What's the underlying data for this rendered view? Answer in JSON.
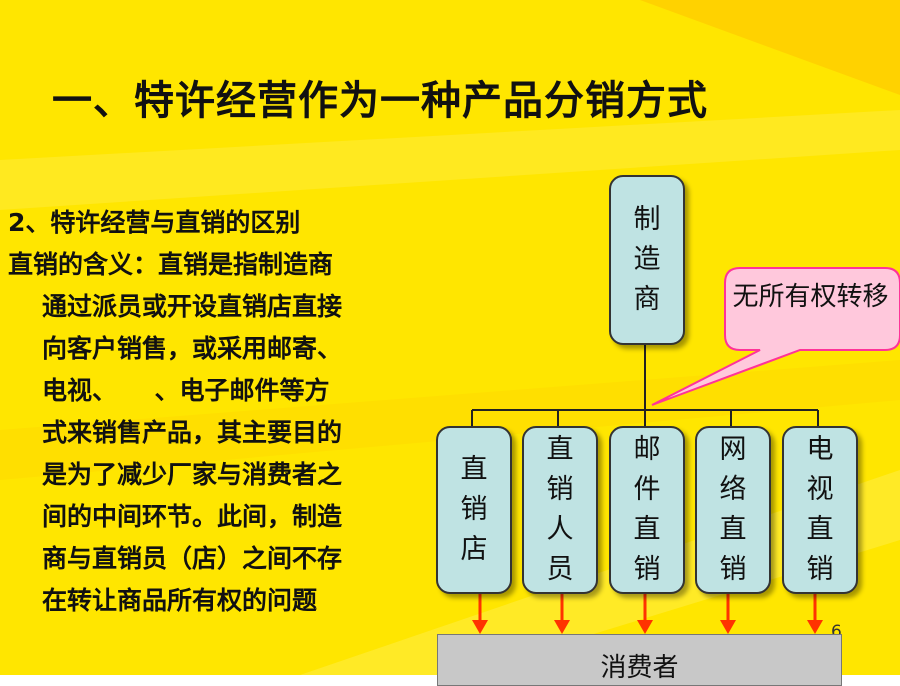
{
  "title": "一、特许经营作为一种产品分销方式",
  "body": {
    "heading": "2、特许经营与直销的区别",
    "lines": [
      "直销的含义：直销是指制造商",
      "通过派员或开设直销店直接",
      "向客户销售，或采用邮寄、",
      "电视、　　、电子邮件等方",
      "式来销售产品，其主要目的",
      "是为了减少厂家与消费者之",
      "间的中间环节。此间，制造",
      "商与直销员（店）之间不存",
      "在转让商品所有权的问题"
    ]
  },
  "diagram": {
    "top_node": "制造商",
    "callout": "无所有权转移",
    "channels": [
      "直销店",
      "直销人员",
      "邮件直销",
      "网络直销",
      "电视直销"
    ],
    "consumer": "消费者"
  },
  "page_number": "6",
  "colors": {
    "background_yellow": "#ffe600",
    "box_fill": "#bfe3e3",
    "callout_fill": "#ffc8dc",
    "callout_border": "#ff3399",
    "arrow_color": "#ff3300",
    "consumer_fill": "#c8c8c8"
  }
}
